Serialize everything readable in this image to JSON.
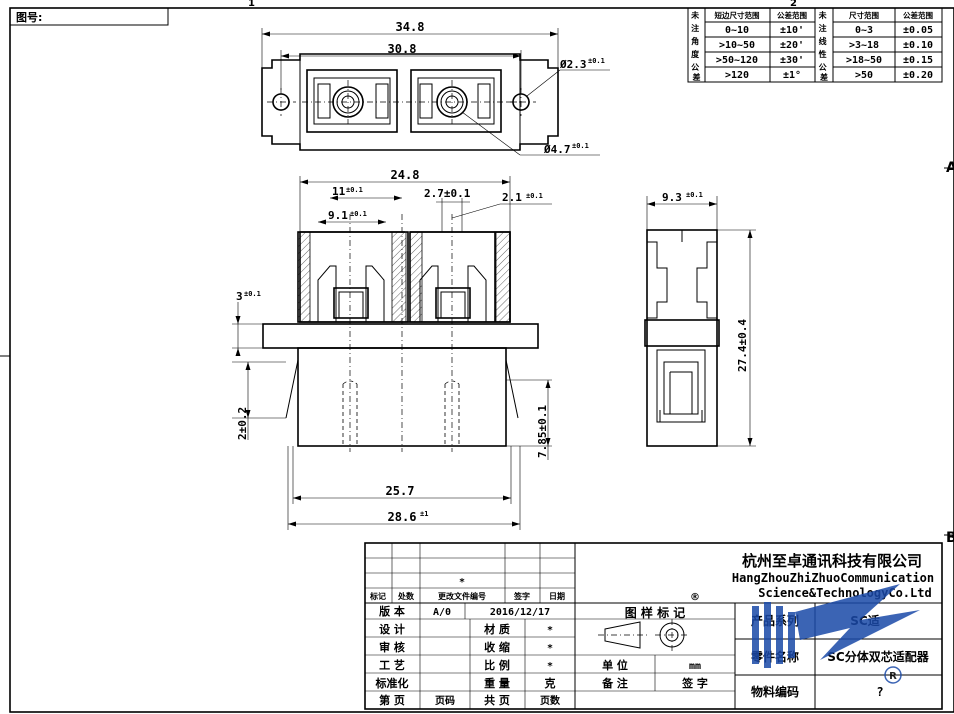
{
  "drawing_number_label": "图号:",
  "border_marks": {
    "top": [
      "1",
      "2"
    ],
    "right": [
      "A",
      "B"
    ]
  },
  "tolerance_table": {
    "left_group_label": "未注角度公差",
    "left_headers": [
      "短边尺寸范围",
      "公差范围"
    ],
    "left_rows": [
      [
        "0~10",
        "±10'"
      ],
      [
        ">10~50",
        "±20'"
      ],
      [
        ">50~120",
        "±30'"
      ],
      [
        ">120",
        "±1°"
      ]
    ],
    "right_group_label": "未注线性公差",
    "right_headers": [
      "尺寸范围",
      "公差范围"
    ],
    "right_rows": [
      [
        "0~3",
        "±0.05"
      ],
      [
        ">3~18",
        "±0.10"
      ],
      [
        ">18~50",
        "±0.15"
      ],
      [
        ">50",
        "±0.20"
      ]
    ]
  },
  "dimensions": {
    "top_overall": "34.8",
    "top_hole_spacing": "30.8",
    "small_hole_dia": "Ø2.3",
    "small_hole_tol": "±0.1",
    "big_hole_dia": "Ø4.7",
    "big_hole_tol": "±0.1",
    "front_width": "24.8",
    "ferrule_pitch": "11",
    "ferrule_pitch_tol": "±0.1",
    "port_width": "9.1",
    "port_width_tol": "±0.1",
    "slot_width": "2.7±0.1",
    "key_width": "2.1",
    "key_width_tol": "±0.1",
    "flange_thickness": "3",
    "flange_thickness_tol": "±0.1",
    "latch_offset": "2±0.2",
    "body_depth": "7.85±0.1",
    "bottom_width": "25.7",
    "flange_width": "28.6",
    "flange_width_tol": "±1",
    "side_depth": "9.3",
    "side_depth_tol": "±0.1",
    "side_height": "27.4±0.4"
  },
  "title_block": {
    "revision_headers": [
      "标记",
      "处数",
      "更改文件编号",
      "签字",
      "日期"
    ],
    "revision_mark": "*",
    "registered_mark": "®",
    "company_cn": "杭州至卓通讯科技有限公司",
    "company_en_line1": "HangZhouZhiZhuoCommunication",
    "company_en_line2": "Science&TechnologyCo.Ltd",
    "version_label": "版 本",
    "version_value": "A/0",
    "date_value": "2016/12/17",
    "drawing_mark_label": "图 样 标 记",
    "design_label": "设 计",
    "material_label": "材 质",
    "material_value": "*",
    "review_label": "审 核",
    "shrink_label": "收 缩",
    "shrink_value": "*",
    "process_label": "工 艺",
    "scale_label": "比 例",
    "scale_value": "*",
    "unit_label": "单 位",
    "unit_value": "mm",
    "standard_label": "标准化",
    "weight_label": "重 量",
    "weight_value": "克",
    "remark_label": "备 注",
    "sign_label": "签 字",
    "page_label": "第 页",
    "page_code_label": "页码",
    "total_label": "共 页",
    "page_count_label": "页数",
    "product_series_label": "产品系列",
    "product_series_value": "SC适",
    "product_name_label": "零件名称",
    "product_name_value": "SC分体双芯适配器",
    "material_code_label": "物料编码",
    "material_code_value": "?"
  }
}
